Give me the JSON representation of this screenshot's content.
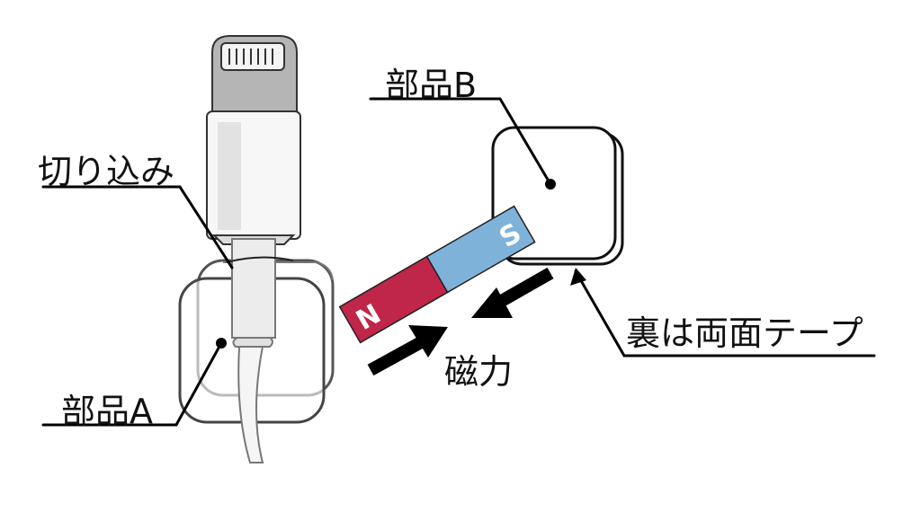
{
  "labels": {
    "part_b": "部品B",
    "notch": "切り込み",
    "part_a": "部品A",
    "back_tape": "裏は両面テープ",
    "magnetic_force": "磁力"
  },
  "magnet": {
    "north": "N",
    "south": "S",
    "north_color": "#c0264a",
    "south_color": "#7fb2d9"
  },
  "colors": {
    "line": "#000000",
    "cable_gray": "#cfcfcf",
    "connector_tip": "#b5b5b5"
  }
}
